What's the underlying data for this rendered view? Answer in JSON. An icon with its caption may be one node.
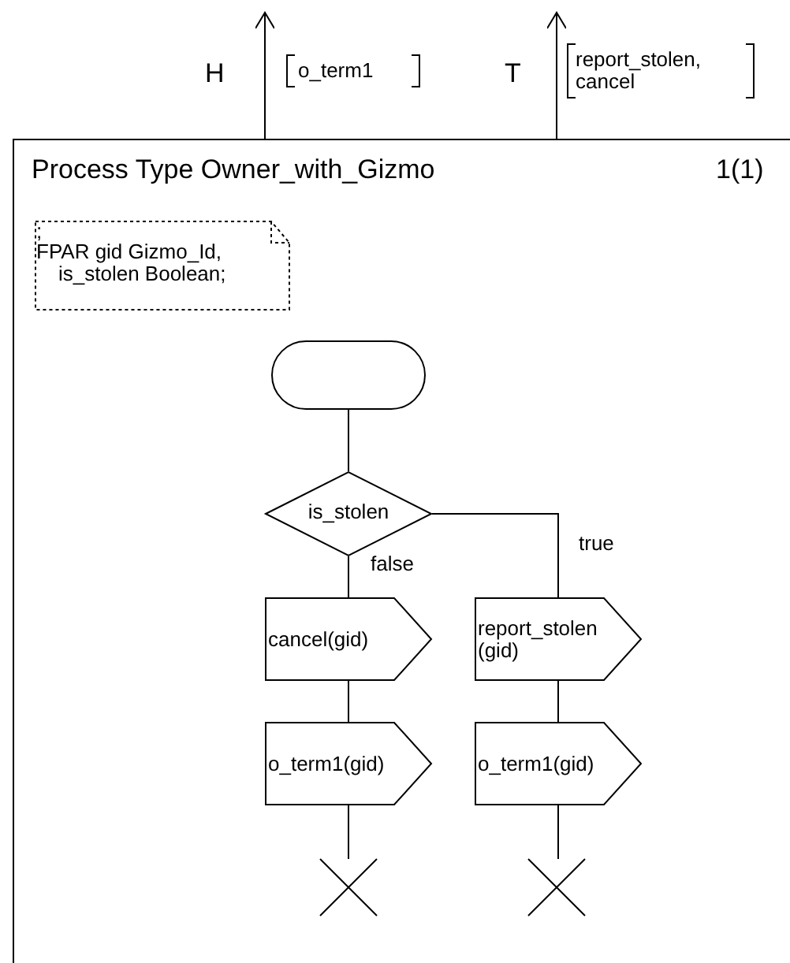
{
  "diagram": {
    "nodes": [
      {
        "text": [
          "Process Type Owner_with_Gizmo",
          "1(1)"
        ]
      },
      {
        "text": [
          ";",
          "FPAR gid Gizmo_Id, is_stolen Boolean;"
        ],
        "in": 0
      },
      {
        "text": [],
        "shape": "oval",
        "in": 0
      },
      {
        "text": [
          "is_stolen"
        ],
        "in": 0
      },
      {
        "text": [
          "cancel(gid)"
        ],
        "in": 0
      },
      {
        "text": [
          "report_stolen (gid)"
        ],
        "in": 0
      },
      {
        "text": [
          "o_term1(gid)"
        ],
        "in": 0
      },
      {
        "text": [
          "o_term1(gid)"
        ],
        "in": 0
      },
      {
        "text": [],
        "shape": "cross",
        "in": 0
      },
      {
        "text": [],
        "shape": "cross",
        "in": 0
      }
    ],
    "edges": [
      {
        "from": 2,
        "to": 3,
        "arrow": "none"
      },
      {
        "from": 3,
        "to": 4,
        "arrow": "none",
        "label": "false"
      },
      {
        "from": 3,
        "to": 5,
        "arrow": "none",
        "label": "true"
      },
      {
        "from": 4,
        "to": 6,
        "arrow": "none"
      },
      {
        "from": 5,
        "to": 7,
        "arrow": "none"
      },
      {
        "from": 6,
        "to": 8,
        "arrow": "none"
      },
      {
        "from": 7,
        "to": 9,
        "arrow": "none"
      },
      {
        "from": 0,
        "to": null,
        "arrow": "to"
      },
      {
        "from": 0,
        "to": null,
        "arrow": "to"
      }
    ],
    "labels": [
      "H",
      "o_term1",
      "T",
      "report_stolen, cancel"
    ]
  }
}
